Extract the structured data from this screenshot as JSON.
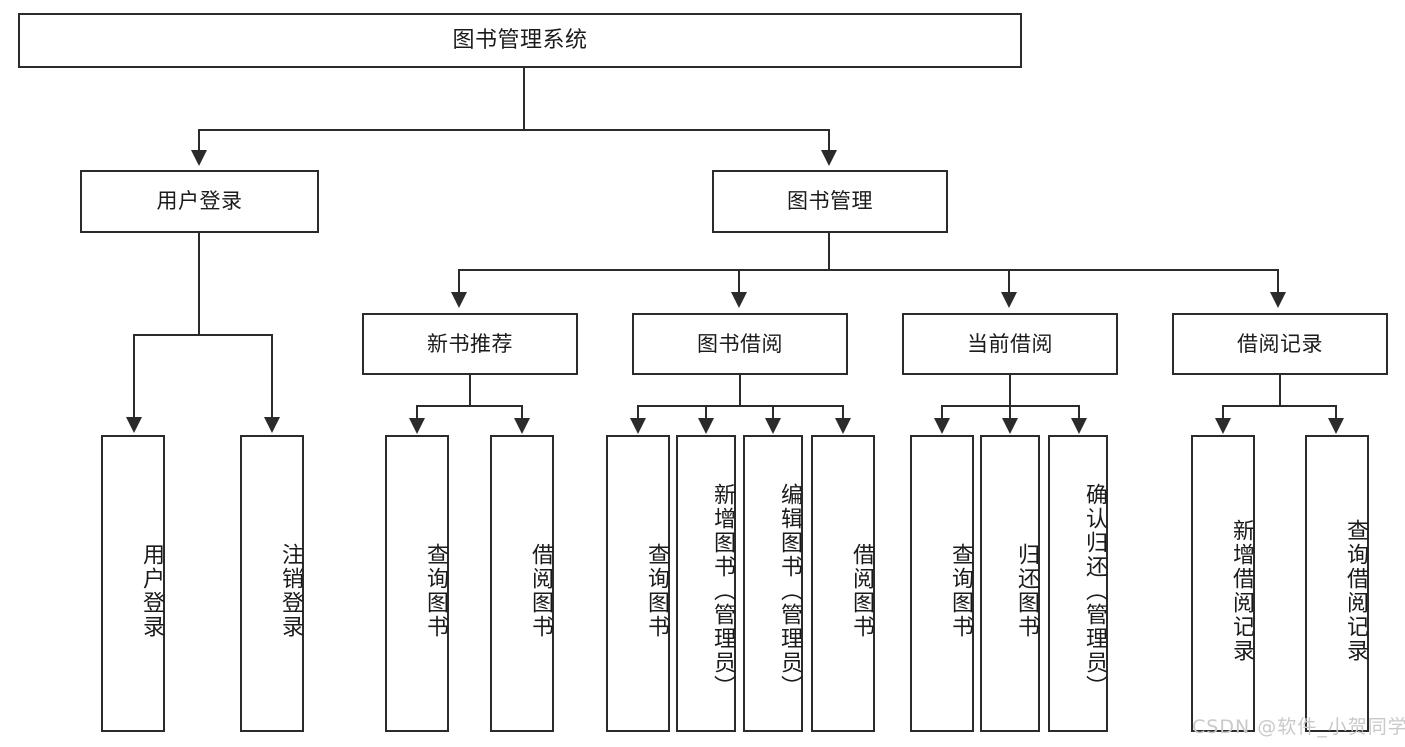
{
  "diagram": {
    "title": "图书管理系统",
    "type": "hierarchy-tree",
    "levels": 4,
    "root": {
      "label": "图书管理系统",
      "name": "node-root-library-system"
    },
    "level2": [
      {
        "label": "用户登录",
        "name": "node-user-login"
      },
      {
        "label": "图书管理",
        "name": "node-book-management"
      }
    ],
    "level3": [
      {
        "label": "新书推荐",
        "name": "node-new-book-recommend"
      },
      {
        "label": "图书借阅",
        "name": "node-book-borrow"
      },
      {
        "label": "当前借阅",
        "name": "node-current-borrow"
      },
      {
        "label": "借阅记录",
        "name": "node-borrow-record"
      }
    ],
    "leaves": {
      "user_login": [
        {
          "label": "用户登录",
          "name": "leaf-user-login"
        },
        {
          "label": "注销登录",
          "name": "leaf-logout"
        }
      ],
      "new_book_recommend": [
        {
          "label": "查询图书",
          "name": "leaf-query-book-1"
        },
        {
          "label": "借阅图书",
          "name": "leaf-borrow-book-1"
        }
      ],
      "book_borrow": [
        {
          "label": "查询图书",
          "name": "leaf-query-book-2"
        },
        {
          "label": "新增图书（管理员）",
          "name": "leaf-add-book-admin"
        },
        {
          "label": "编辑图书（管理员）",
          "name": "leaf-edit-book-admin"
        },
        {
          "label": "借阅图书",
          "name": "leaf-borrow-book-2"
        }
      ],
      "current_borrow": [
        {
          "label": "查询图书",
          "name": "leaf-query-book-3"
        },
        {
          "label": "归还图书",
          "name": "leaf-return-book"
        },
        {
          "label": "确认归还（管理员）",
          "name": "leaf-confirm-return-admin"
        }
      ],
      "borrow_record": [
        {
          "label": "新增借阅记录",
          "name": "leaf-add-borrow-record"
        },
        {
          "label": "查询借阅记录",
          "name": "leaf-query-borrow-record"
        }
      ]
    }
  },
  "watermark": {
    "text": "CSDN @软件_小贺同学"
  },
  "colors": {
    "stroke": "#2b2b2b",
    "background": "#ffffff",
    "text": "#1b1b1b",
    "watermark": "#c9c9c9"
  }
}
